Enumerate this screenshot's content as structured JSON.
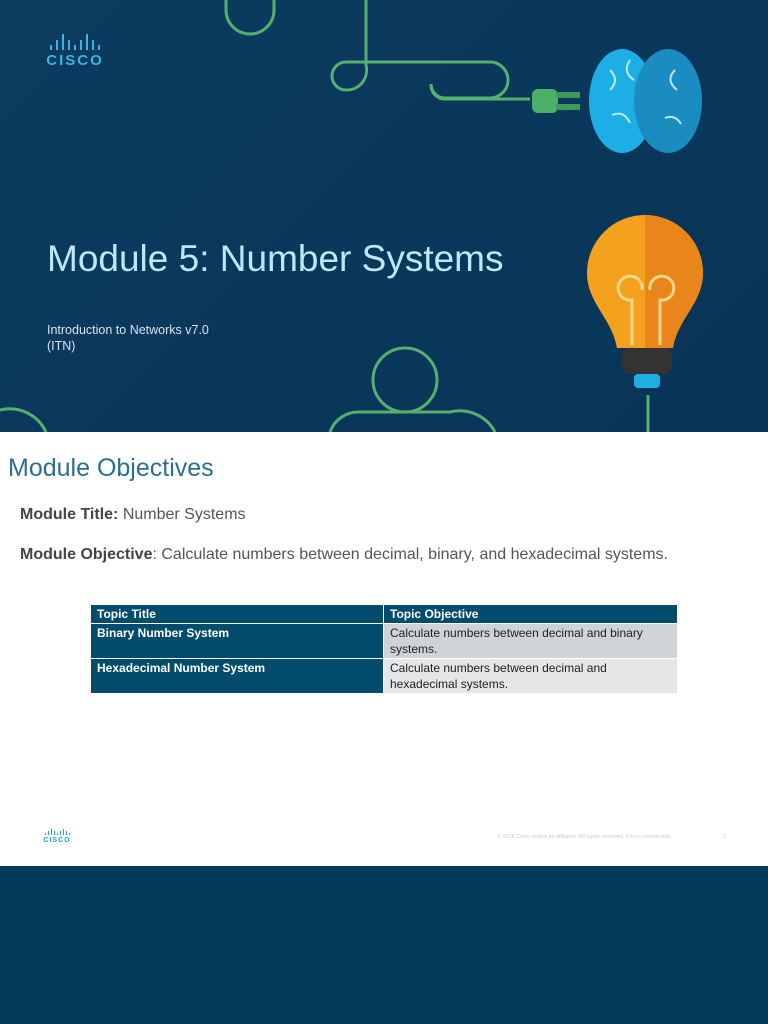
{
  "title_slide": {
    "logo": "CISCO",
    "title": "Module 5: Number Systems",
    "subtitle_line1": "Introduction to Networks v7.0",
    "subtitle_line2": "(ITN)"
  },
  "objectives_slide": {
    "heading": "Module Objectives",
    "module_title_label": "Module Title:",
    "module_title": " Number Systems",
    "module_objective_label": "Module Objective",
    "module_objective": ": Calculate numbers between decimal, binary, and hexadecimal systems.",
    "table": {
      "headers": [
        "Topic Title",
        "Topic Objective"
      ],
      "rows": [
        [
          "Binary Number System",
          "Calculate numbers between decimal and binary systems."
        ],
        [
          "Hexadecimal Number System",
          "Calculate numbers between decimal and hexadecimal systems."
        ]
      ]
    },
    "footer_logo": "CISCO",
    "copyright": "© 2016  Cisco and/or its affiliates. All rights reserved.   Cisco Confidential",
    "page_number": "2"
  },
  "colors": {
    "background": "#0b3c60",
    "accent_green": "#4caf6a",
    "title": "#bfe7f8",
    "table_header": "#034c6b"
  }
}
